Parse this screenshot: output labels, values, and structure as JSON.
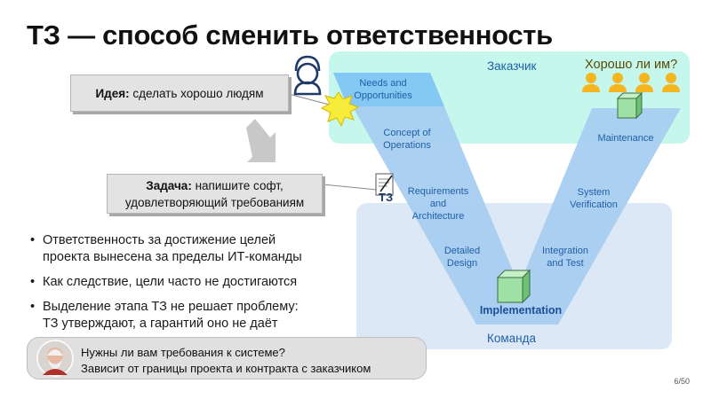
{
  "title": "ТЗ — способ сменить ответственность",
  "idea": {
    "bold": "Идея:",
    "text": " сделать хорошо людям"
  },
  "task": {
    "bold": "Задача:",
    "line1": " напишите софт,",
    "line2": "удовлетворяющий требованиям"
  },
  "customer_label": "Заказчик",
  "customer_question": "Хорошо ли им?",
  "team_label": "Команда",
  "tz_label": "ТЗ",
  "v_model": {
    "needs": [
      "Needs and",
      "Opportunities"
    ],
    "concept": [
      "Concept of",
      "Operations"
    ],
    "requirements": [
      "Requirements",
      "and",
      "Architecture"
    ],
    "detailed": [
      "Detailed",
      "Design"
    ],
    "implementation": "Implementation",
    "integration": [
      "Integration",
      "and Test"
    ],
    "verification": [
      "System",
      "Verification"
    ],
    "maintenance": "Maintenance"
  },
  "bullets": [
    [
      "Ответственность за достижение целей",
      "проекта вынесена за пределы ИТ-команды"
    ],
    [
      "Как следствие, цели часто не достигаются"
    ],
    [
      "Выделение этапа ТЗ не решает проблему:",
      "ТЗ утверждают, а гарантий оно не даёт"
    ]
  ],
  "callout": {
    "line1": "Нужны ли вам требования к системе?",
    "line2": "Зависит от границы проекта и контракта с заказчиком"
  },
  "page_number": "6/50",
  "colors": {
    "customer_zone": "#c6f7ec",
    "team_zone": "#dde8f6",
    "v_shape": "#a8cdf0",
    "needs_top": "#84c8f4",
    "label_blue": "#1f5fa8",
    "person_orange": "#f5b51e",
    "cube_green": "#9fe0a4"
  }
}
